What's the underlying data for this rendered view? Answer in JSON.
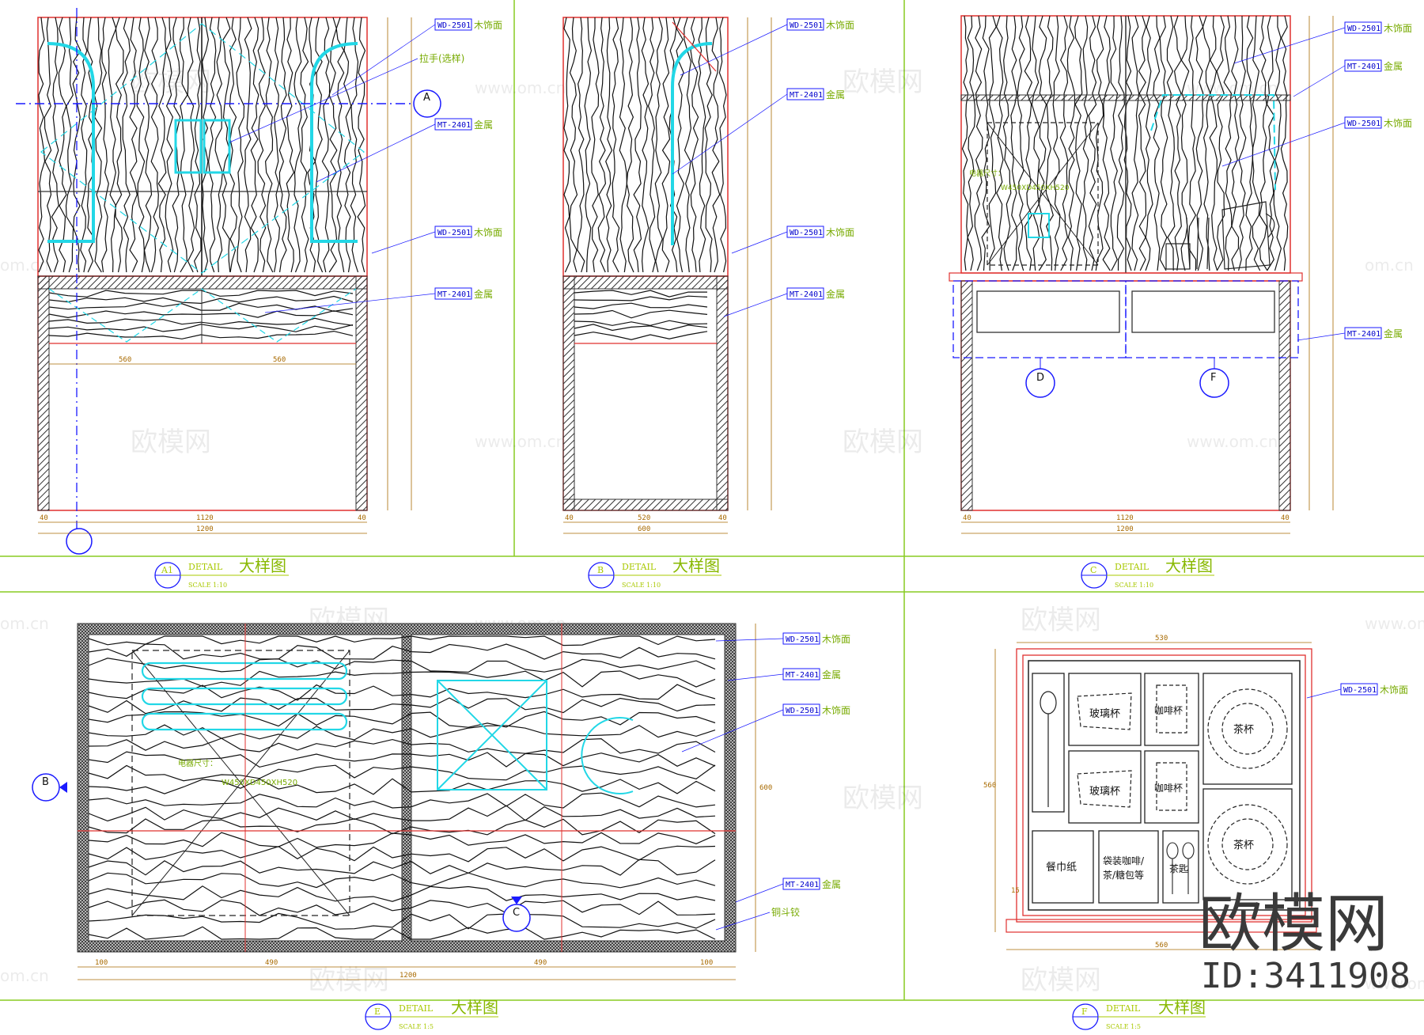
{
  "annotations": {
    "wood_code": "WD-2501",
    "wood_text": "木饰面",
    "metal_code": "MT-2401",
    "metal_text": "金属",
    "handle_text": "拉手(选样)",
    "hinge_text": "铜斗铰",
    "appliance_label": "电器尺寸：",
    "appliance_size": "W450XD450XH520"
  },
  "callouts": {
    "section_a": "A",
    "section_b": "B",
    "detail_c": "C",
    "detail_d": "D",
    "detail_e": "E",
    "detail_f": "F"
  },
  "titles": {
    "panel1": {
      "code": "A1",
      "en": "DETAIL",
      "cn": "大样图",
      "scale": "SCALE   1:10"
    },
    "panel2": {
      "code": "B",
      "en": "DETAIL",
      "cn": "大样图",
      "scale": "SCALE   1:10"
    },
    "panel3": {
      "code": "C",
      "en": "DETAIL",
      "cn": "大样图",
      "scale": "SCALE   1:10"
    },
    "panel4": {
      "code": "E",
      "en": "DETAIL",
      "cn": "大样图",
      "scale": "SCALE   1:5"
    },
    "panel5": {
      "code": "F",
      "en": "DETAIL",
      "cn": "大样图",
      "scale": "SCALE   1:5"
    }
  },
  "dimensions": {
    "p1_width_outer": "1200",
    "p1_width_inner": "1120",
    "p1_drawer_left": "560",
    "p1_drawer_right": "560",
    "p1_side": "40",
    "p2_width_outer": "600",
    "p2_width_inner": "520",
    "p2_side": "40",
    "p3_width_outer": "1200",
    "p3_width_inner": "1120",
    "p3_side": "40",
    "p4_left": "100",
    "p4_mid_left": "490",
    "p4_mid_right": "490",
    "p4_right": "100",
    "p4_total": "1200",
    "p4_height": "600",
    "p5_top": "530",
    "p5_bottom": "560",
    "p5_height": "560",
    "p5_edge": "15"
  },
  "tray": {
    "glass_cup": "玻璃杯",
    "coffee_cup": "咖啡杯",
    "tea_cup": "茶杯",
    "napkin": "餐巾纸",
    "bagged_line1": "袋装咖啡/",
    "bagged_line2": "茶/糖包等",
    "tea_spoon": "茶匙"
  },
  "watermark": {
    "brand": "欧模网",
    "url": "www.om.cn",
    "url_short": "om.cn",
    "id": "ID:3411908"
  },
  "colors": {
    "frame": "#88cc22",
    "red": "#e0312f",
    "blue": "#1a1aff",
    "cyan": "#22d7e6",
    "dim": "#a86a00"
  }
}
